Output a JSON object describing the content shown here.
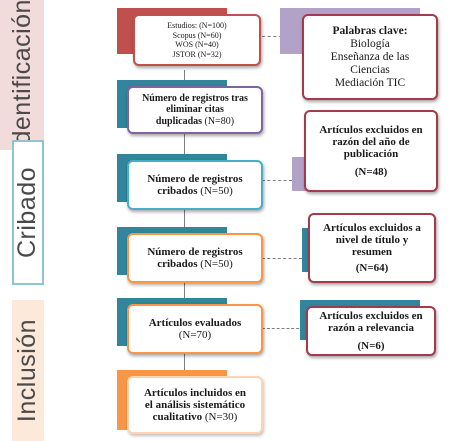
{
  "stages": {
    "identificacion": "Identificación",
    "cribado": "Cribado",
    "inclusion": "Inclusión"
  },
  "colors": {
    "red": "#c0504d",
    "purple": "#8064a2",
    "teal": "#31859c",
    "cyan": "#4bacc6",
    "orange": "#f79646",
    "lavender": "#b3a2c7",
    "peach": "#fbd5b5",
    "mint": "#c4e5e3",
    "wine": "#a23b4b"
  },
  "boxes": {
    "sources": {
      "line1": "Estudios: (N=100)",
      "line2": "Scopus (N=60)",
      "line3": "WOS (N=40)",
      "line4": "JSTOR (N=32)"
    },
    "keywords": {
      "title": "Palabras clave:",
      "line1": "Biología",
      "line2": "Enseñanza de las",
      "line3": "Ciencias",
      "line4": "Mediación TIC"
    },
    "dedup": {
      "line1": "Número de registros tras",
      "line2": "eliminar citas",
      "line3": "duplicadas",
      "count": "(N=80)"
    },
    "excluded_year": {
      "line1": "Artículos excluidos en",
      "line2": "razón del año de",
      "line3": "publicación",
      "count": "(N=48)"
    },
    "screened1": {
      "line1": "Número de registros",
      "line2": "cribados",
      "count": "(N=50)"
    },
    "excluded_title": {
      "line1": "Artículos excluidos a",
      "line2": "nivel de título y",
      "line3": "resumen",
      "count": "(N=64)"
    },
    "screened2": {
      "line1": "Número de registros",
      "line2": "cribados",
      "count": "(N=50)"
    },
    "evaluated": {
      "line1": "Artículos evaluados",
      "count": "(N=70)"
    },
    "excluded_relevance": {
      "line1": "Artículos excluidos en",
      "line2": "razón a relevancia",
      "count": "(N=6)"
    },
    "included": {
      "line1": "Artículos incluidos en",
      "line2": "el análisis sistemático",
      "line3": "cualitativo",
      "count": "(N=30)"
    }
  }
}
